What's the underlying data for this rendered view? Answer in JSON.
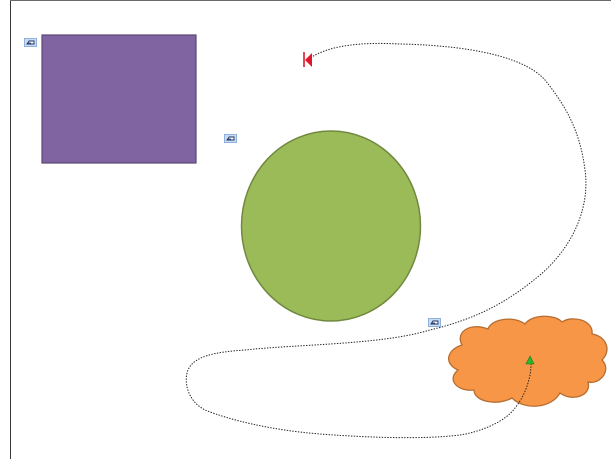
{
  "slide": {
    "background": "#ffffff"
  },
  "shapes": [
    {
      "id": "rectangle",
      "kind": "rectangle",
      "fill": "#8064a2",
      "stroke": "#5c4776"
    },
    {
      "id": "circle",
      "kind": "ellipse",
      "fill": "#9bbb59",
      "stroke": "#71893f"
    },
    {
      "id": "cloud",
      "kind": "cloud",
      "fill": "#f79646",
      "stroke": "#b66d31"
    }
  ],
  "motion_path": {
    "stroke": "#222222",
    "start_marker_color": "#2db52d",
    "end_marker_color": "#e0162b"
  },
  "animation_markers": [
    {
      "icon": "animation-effect-icon"
    },
    {
      "icon": "animation-effect-icon"
    },
    {
      "icon": "animation-effect-icon"
    }
  ]
}
